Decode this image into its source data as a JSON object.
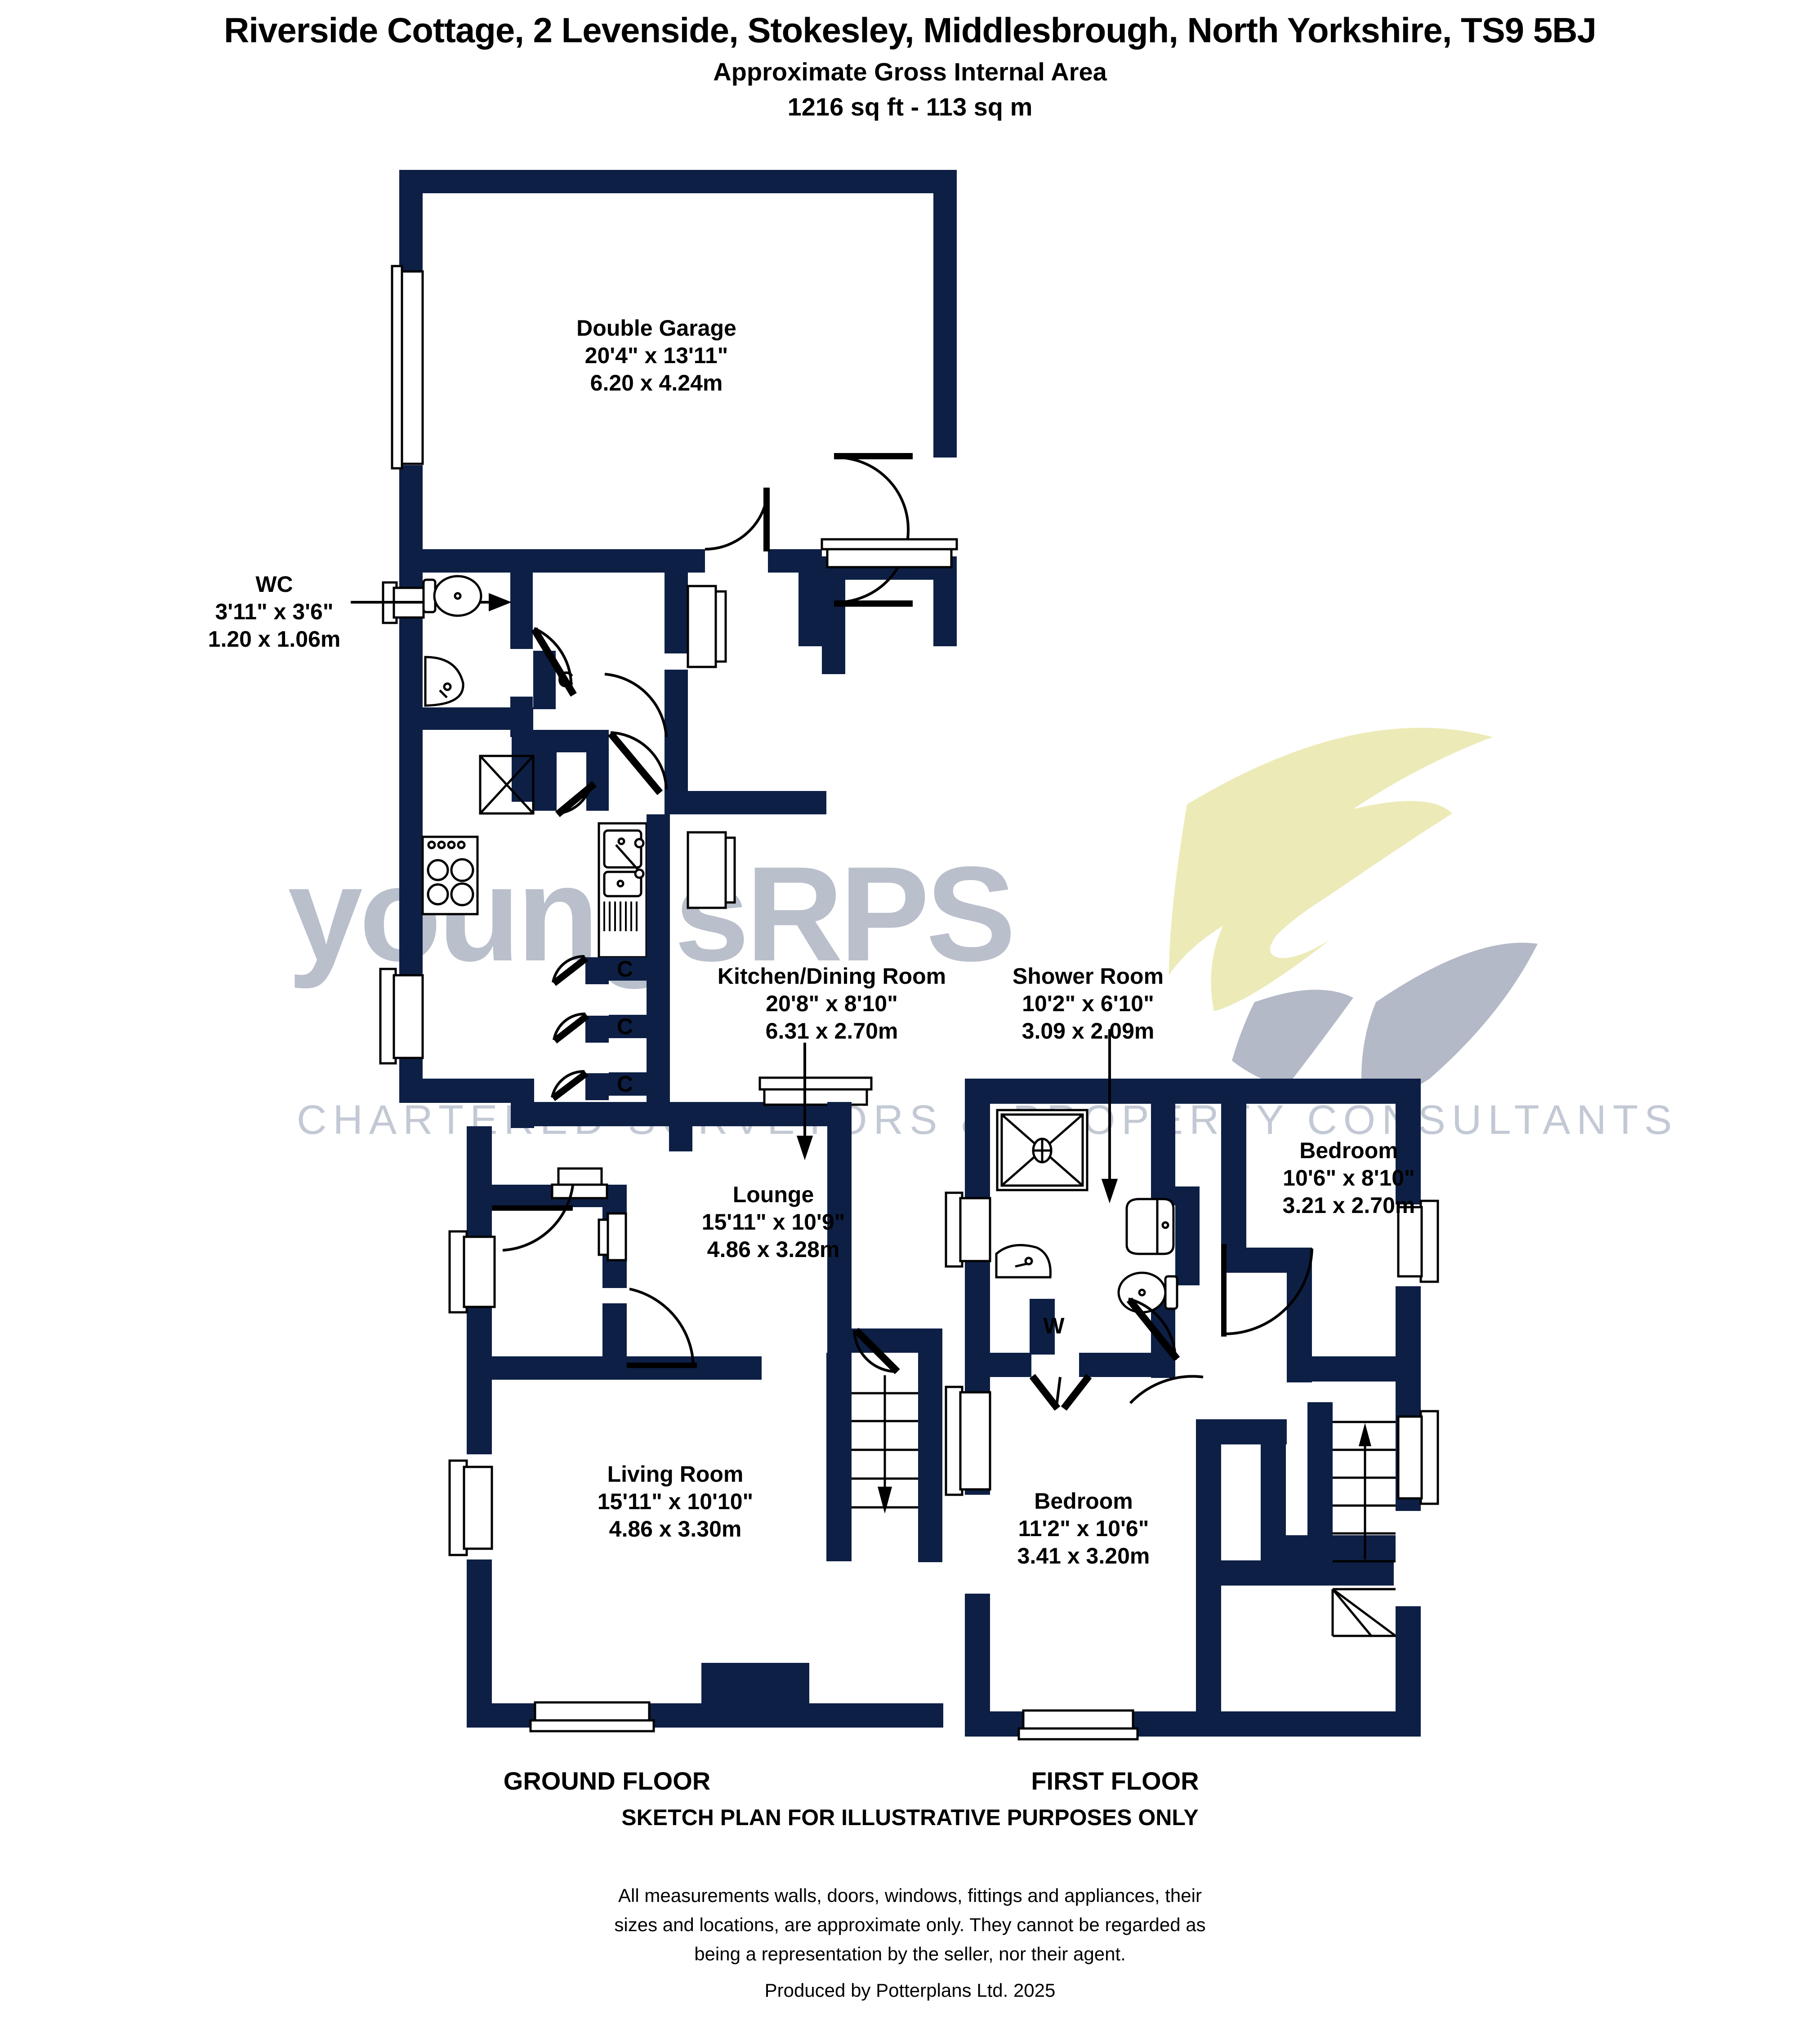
{
  "header": {
    "title": "Riverside Cottage, 2 Levenside, Stokesley, Middlesbrough, North Yorkshire, TS9 5BJ",
    "area_caption": "Approximate Gross Internal Area",
    "area_value": "1216 sq ft - 113 sq m"
  },
  "watermark": {
    "brand": "youngsRPS",
    "tagline": "CHARTERED SURVEYORS & PROPERTY CONSULTANTS",
    "brand_color": "#b9bfcb",
    "swoosh_yellow": "#ecebb8",
    "swoosh_grey": "#b3b9c6"
  },
  "colors": {
    "wall": "#0d1f45",
    "fitting_stroke": "#000000",
    "background": "#ffffff"
  },
  "floors": [
    {
      "id": "ground",
      "label": "GROUND FLOOR"
    },
    {
      "id": "first",
      "label": "FIRST FLOOR"
    }
  ],
  "rooms": [
    {
      "id": "double-garage",
      "floor": "ground",
      "name": "Double Garage",
      "imperial": "20'4\" x 13'11\"",
      "metric": "6.20 x 4.24m"
    },
    {
      "id": "wc",
      "floor": "ground",
      "name": "WC",
      "imperial": "3'11\" x 3'6\"",
      "metric": "1.20 x 1.06m"
    },
    {
      "id": "kitchen-dining",
      "floor": "ground",
      "name": "Kitchen/Dining Room",
      "imperial": "20'8\" x 8'10\"",
      "metric": "6.31 x 2.70m"
    },
    {
      "id": "lounge",
      "floor": "ground",
      "name": "Lounge",
      "imperial": "15'11\" x 10'9\"",
      "metric": "4.86 x 3.28m"
    },
    {
      "id": "living-room",
      "floor": "ground",
      "name": "Living Room",
      "imperial": "15'11\" x 10'10\"",
      "metric": "4.86 x 3.30m"
    },
    {
      "id": "shower-room",
      "floor": "first",
      "name": "Shower Room",
      "imperial": "10'2\" x 6'10\"",
      "metric": "3.09 x 2.09m"
    },
    {
      "id": "bedroom-1",
      "floor": "first",
      "name": "Bedroom",
      "imperial": "10'6\" x 8'10\"",
      "metric": "3.21 x 2.70m"
    },
    {
      "id": "bedroom-2",
      "floor": "first",
      "name": "Bedroom",
      "imperial": "11'2\" x 10'6\"",
      "metric": "3.41 x 3.20m"
    }
  ],
  "markers": [
    {
      "id": "cupboard-hall",
      "label": "C",
      "floor": "ground"
    },
    {
      "id": "cupboard-kitchen-1",
      "label": "C",
      "floor": "ground"
    },
    {
      "id": "cupboard-kitchen-2",
      "label": "C",
      "floor": "ground"
    },
    {
      "id": "cupboard-kitchen-3",
      "label": "C",
      "floor": "ground"
    },
    {
      "id": "wardrobe-bedroom-2",
      "label": "W",
      "floor": "first"
    }
  ],
  "fittings": [
    {
      "id": "wc-toilet",
      "type": "toilet",
      "floor": "ground"
    },
    {
      "id": "wc-basin",
      "type": "basin",
      "floor": "ground"
    },
    {
      "id": "kitchen-hob",
      "type": "hob",
      "floor": "ground"
    },
    {
      "id": "kitchen-sink",
      "type": "sink",
      "floor": "ground"
    },
    {
      "id": "shower-tray",
      "type": "shower",
      "floor": "first"
    },
    {
      "id": "shower-bidet",
      "type": "bidet",
      "floor": "first"
    },
    {
      "id": "shower-toilet",
      "type": "toilet",
      "floor": "first"
    },
    {
      "id": "shower-basin",
      "type": "basin",
      "floor": "first"
    },
    {
      "id": "ground-staircase",
      "type": "stairs-down",
      "floor": "ground"
    },
    {
      "id": "first-staircase",
      "type": "stairs-up",
      "floor": "first"
    }
  ],
  "footer": {
    "sketch_note": "SKETCH PLAN FOR ILLUSTRATIVE PURPOSES ONLY",
    "disclaimer_line1": "All measurements walls, doors, windows, fittings and appliances, their",
    "disclaimer_line2": "sizes and locations, are approximate only. They cannot be regarded as",
    "disclaimer_line3": "being a representation by the seller, nor their agent.",
    "produced_by": "Produced by Potterplans Ltd. 2025"
  }
}
